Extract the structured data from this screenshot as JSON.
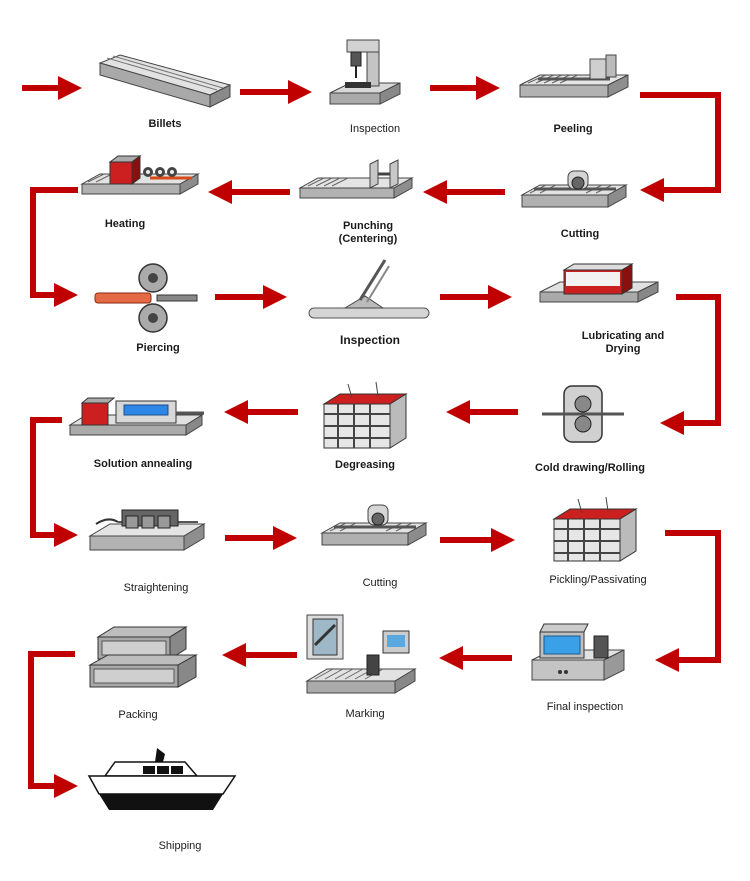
{
  "colors": {
    "arrow": "#c00000",
    "machine": "#c8c8c8",
    "machine_dark": "#555555",
    "accent_red": "#cc1f1f",
    "accent_blue": "#2e86e6"
  },
  "steps": [
    {
      "label": "Billets",
      "icon": "billets-icon"
    },
    {
      "label": "Inspection",
      "icon": "inspection-press-icon"
    },
    {
      "label": "Peeling",
      "icon": "peeling-machine-icon"
    },
    {
      "label": "Cutting",
      "icon": "cutting-saw-icon"
    },
    {
      "label": "Punching\n(Centering)",
      "icon": "punching-machine-icon"
    },
    {
      "label": "Heating",
      "icon": "heating-furnace-icon"
    },
    {
      "label": "Piercing",
      "icon": "piercing-rolls-icon"
    },
    {
      "label": "Inspection",
      "icon": "tube-inspection-icon"
    },
    {
      "label": "Lubricating and\nDrying",
      "icon": "lubricating-bath-icon"
    },
    {
      "label": "Cold drawing/Rolling",
      "icon": "cold-drawing-icon"
    },
    {
      "label": "Degreasing",
      "icon": "degreasing-tank-icon"
    },
    {
      "label": "Solution annealing",
      "icon": "annealing-furnace-icon"
    },
    {
      "label": "Straightening",
      "icon": "straightening-machine-icon"
    },
    {
      "label": "Cutting",
      "icon": "cutting-saw-icon"
    },
    {
      "label": "Pickling/Passivating",
      "icon": "pickling-tank-icon"
    },
    {
      "label": "Final inspection",
      "icon": "inspection-station-icon"
    },
    {
      "label": "Marking",
      "icon": "marking-machine-icon"
    },
    {
      "label": "Packing",
      "icon": "packing-crates-icon"
    },
    {
      "label": "Shipping",
      "icon": "cargo-ship-icon"
    }
  ]
}
